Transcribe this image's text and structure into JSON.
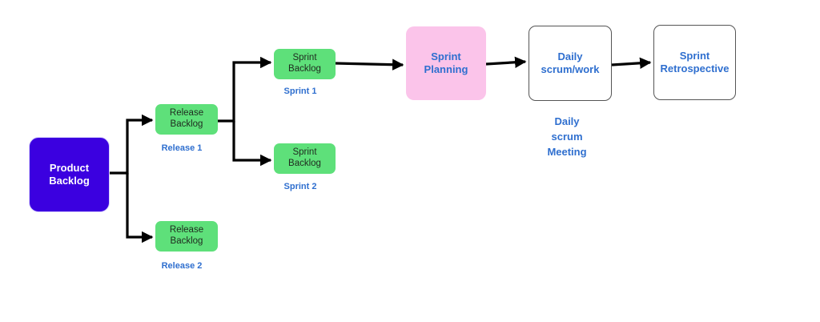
{
  "diagram": {
    "nodes": {
      "product_backlog": {
        "line1": "Product",
        "line2": "Backlog"
      },
      "release_backlog_1": {
        "line1": "Release",
        "line2": "Backlog"
      },
      "release_backlog_2": {
        "line1": "Release",
        "line2": "Backlog"
      },
      "sprint_backlog_1": {
        "line1": "Sprint",
        "line2": "Backlog"
      },
      "sprint_backlog_2": {
        "line1": "Sprint",
        "line2": "Backlog"
      },
      "sprint_planning": {
        "line1": "Sprint",
        "line2": "Planning"
      },
      "daily_scrum_work": {
        "line1": "Daily",
        "line2": "scrum/work"
      },
      "sprint_retrospective": {
        "line1": "Sprint",
        "line2": "Retrospective"
      }
    },
    "captions": {
      "release_1": "Release 1",
      "release_2": "Release 2",
      "sprint_1": "Sprint 1",
      "sprint_2": "Sprint 2",
      "daily_meeting": {
        "line1": "Daily",
        "line2": "scrum",
        "line3": "Meeting"
      }
    },
    "colors": {
      "product_backlog_fill": "#3b00e0",
      "backlog_fill": "#5ee07a",
      "planning_fill": "#fbc4ea",
      "label_text": "#2f6fcf",
      "connector": "#000000"
    }
  }
}
